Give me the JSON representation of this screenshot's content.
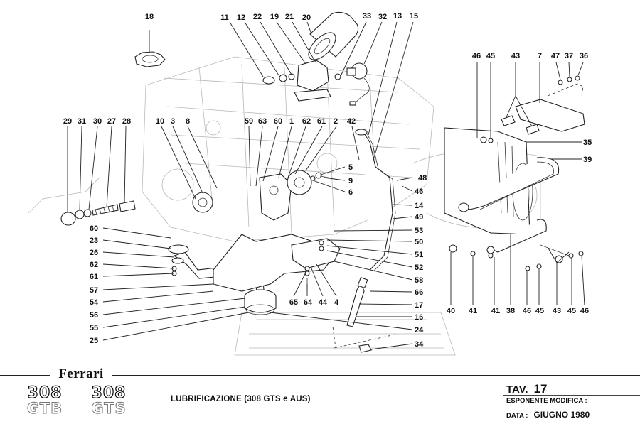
{
  "title_block": {
    "brand": "Ferrari",
    "models": [
      {
        "number": "308",
        "variant": "GTB"
      },
      {
        "number": "308",
        "variant": "GTS"
      }
    ],
    "subject": "LUBRIFICAZIONE (308 GTS e AUS)",
    "table_label": "TAV.",
    "table_number": "17",
    "modification_label": "ESPONENTE MODIFICA :",
    "modification_value": "",
    "date_label": "DATA :",
    "date_value": "GIUGNO 1980"
  },
  "diagram": {
    "description": "Exploded view of engine lubrication system",
    "callouts": {
      "top_left": [
        "18"
      ],
      "top_center": [
        "11",
        "12",
        "22",
        "19",
        "21",
        "20",
        "33",
        "32",
        "13",
        "15"
      ],
      "top_right": [
        "46",
        "45",
        "43",
        "7",
        "47",
        "37",
        "36"
      ],
      "upper_row_left": [
        "29",
        "31",
        "30",
        "27",
        "28",
        "10",
        "3",
        "8"
      ],
      "upper_row_center": [
        "59",
        "63",
        "60",
        "1",
        "62",
        "61",
        "2",
        "42"
      ],
      "center_mid": [
        "5",
        "9",
        "6"
      ],
      "left_column": [
        "60",
        "23",
        "26",
        "62",
        "61",
        "57",
        "54",
        "56",
        "55",
        "25"
      ],
      "right_column": [
        "48",
        "46",
        "14",
        "49",
        "53",
        "50",
        "51",
        "52",
        "58",
        "66",
        "17",
        "16",
        "24",
        "34"
      ],
      "bottom_center": [
        "65",
        "64",
        "44",
        "4"
      ],
      "cooler_right": [
        "35",
        "39"
      ],
      "bottom_right": [
        "40",
        "41",
        "41",
        "38",
        "46",
        "45",
        "43",
        "45",
        "46"
      ]
    }
  }
}
